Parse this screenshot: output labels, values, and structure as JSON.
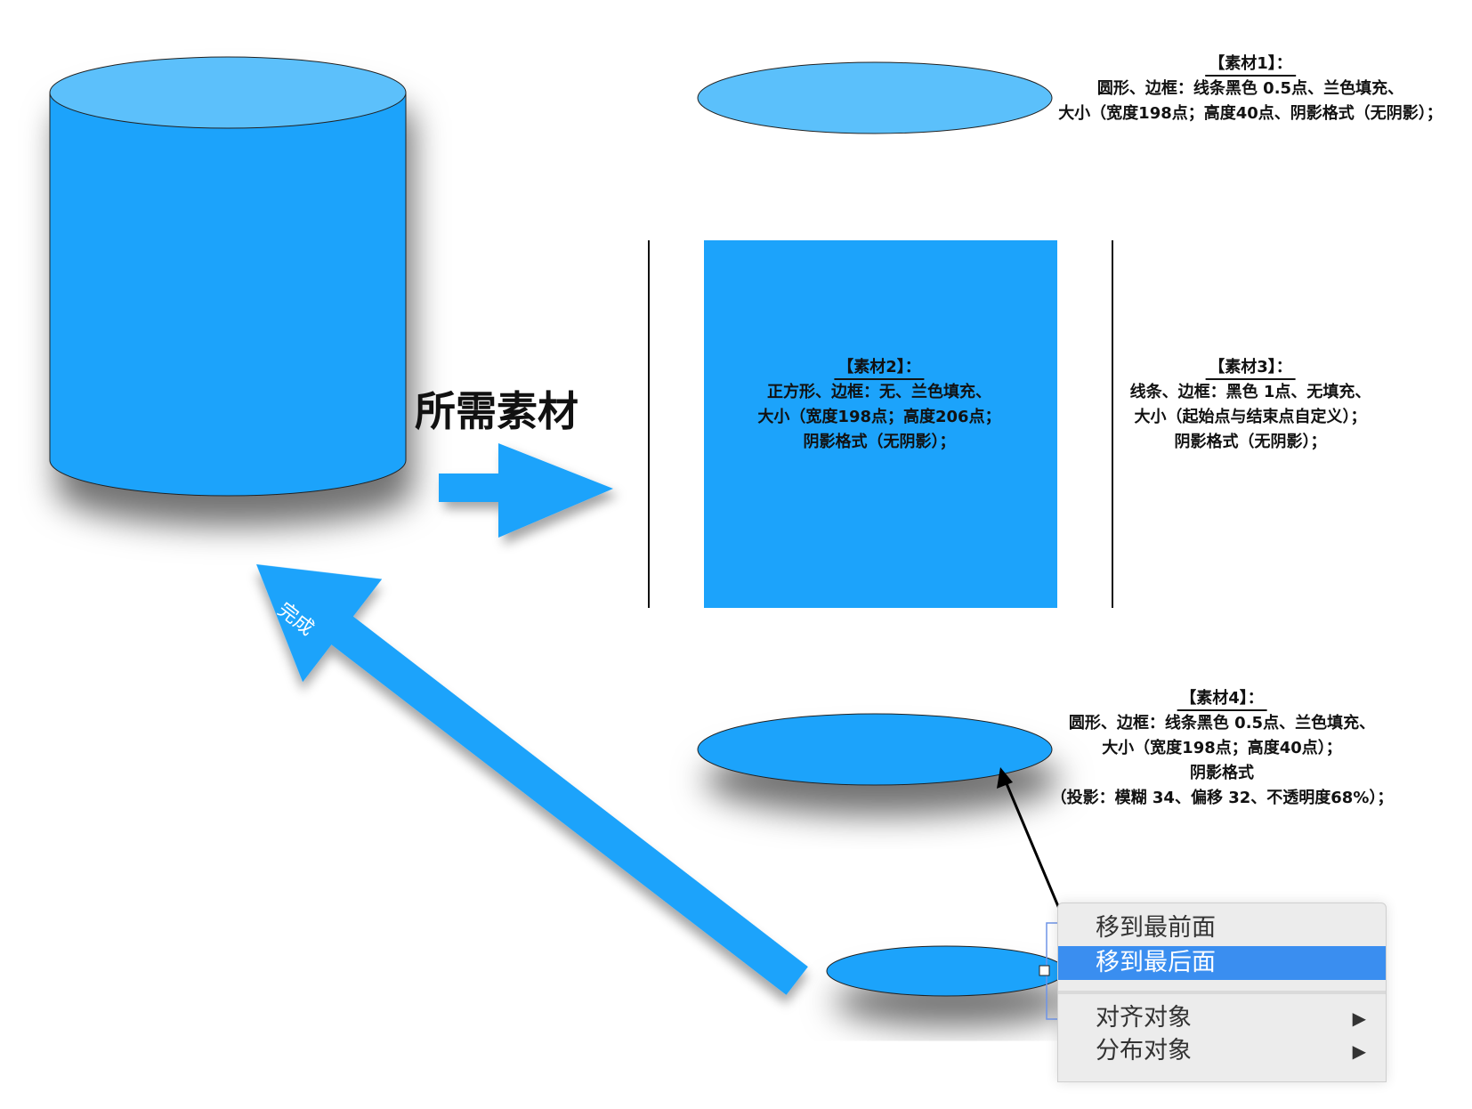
{
  "title": "所需素材",
  "arrow_label": "完成",
  "colors": {
    "blue": "#1ca3fb",
    "light_blue": "#5bc0fb",
    "menu_highlight": "#3a8ef0"
  },
  "notes": [
    {
      "title": "【素材1】：",
      "lines": [
        "圆形、边框：线条黑色 0.5点、兰色填充、",
        "大小（宽度198点；高度40点、阴影格式（无阴影）；"
      ]
    },
    {
      "title": "【素材2】：",
      "lines": [
        "正方形、边框：无、兰色填充、",
        "大小（宽度198点；高度206点；",
        "阴影格式（无阴影）；"
      ]
    },
    {
      "title": "【素材3】：",
      "lines": [
        "线条、边框：黑色 1点、无填充、",
        "大小（起始点与结束点自定义）；",
        "阴影格式（无阴影）；"
      ]
    },
    {
      "title": "【素材4】：",
      "lines": [
        "圆形、边框：线条黑色 0.5点、兰色填充、",
        "大小（宽度198点；高度40点）；",
        "阴影格式",
        "（投影：模糊 34、偏移 32、不透明度68%）；"
      ]
    }
  ],
  "context_menu": {
    "items": [
      {
        "label": "移到最前面"
      },
      {
        "label": "移到最后面",
        "selected": true
      },
      {
        "label": "对齐对象",
        "submenu": "▶"
      },
      {
        "label": "分布对象",
        "submenu": "▶"
      }
    ]
  }
}
